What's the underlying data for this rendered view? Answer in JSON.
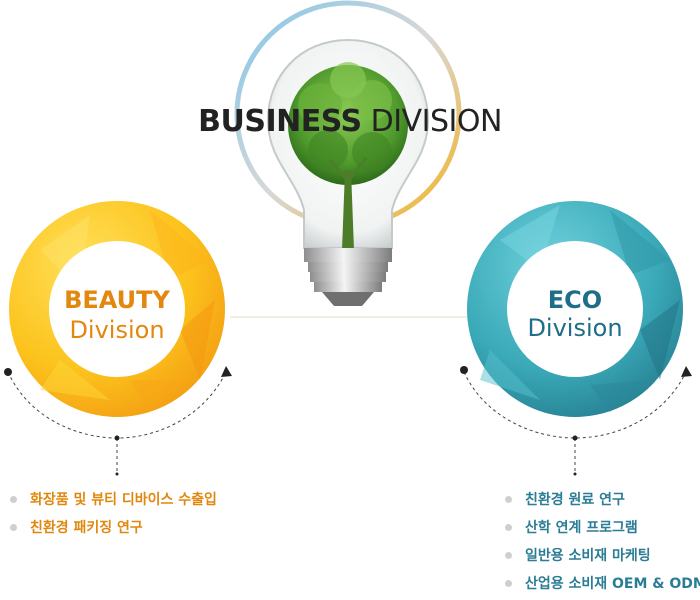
{
  "header": {
    "title_bold": "BUSINESS",
    "title_light": "DIVISION"
  },
  "beauty": {
    "heading": "BEAUTY",
    "sub": "Division",
    "items": [
      {
        "label": "화장품 및 뷰티 디바이스 수출입"
      },
      {
        "label": "친환경 패키징 연구"
      }
    ]
  },
  "eco": {
    "heading": "ECO",
    "sub": "Division",
    "items": [
      {
        "label": "친환경 원료 연구"
      },
      {
        "label": "산학 연계 프로그램"
      },
      {
        "label": "일반용 소비재 마케팅"
      },
      {
        "label": "산업용 소비재 OEM & ODM"
      }
    ]
  },
  "colors": {
    "beauty_accent": "#e3870f",
    "eco_accent": "#1f6e88"
  }
}
